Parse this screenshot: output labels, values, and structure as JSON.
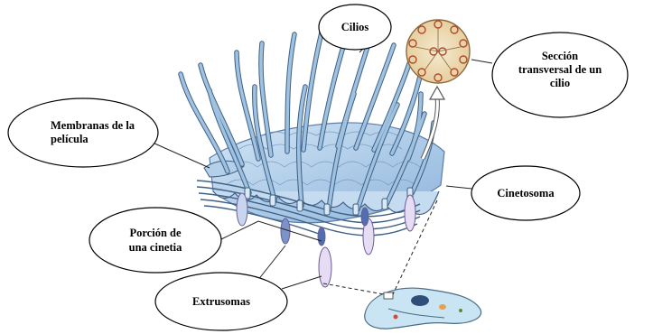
{
  "labels": {
    "cilios": "Cilios",
    "seccion_line1": "Sección",
    "seccion_line2": "transversal de un",
    "seccion_line3": "cilio",
    "membranas_line1": "Membranas de la",
    "membranas_line2": "película",
    "cinetosoma": "Cinetosoma",
    "porcion_line1": "Porción de",
    "porcion_line2": "una cinetia",
    "extrusomas": "Extrusomas"
  },
  "colors": {
    "pellicle": "#bcd6ee",
    "pellicle_edge": "#5d7fa6",
    "cilia": "#9fc2e0",
    "cilia_edge": "#3f5f85",
    "extrusome": "#ddd3ef",
    "extrusome_edge": "#8a7bb0",
    "kinetosome": "#6e8fc4",
    "cross_section_fill": "#f0e1c2",
    "cross_section_edge": "#8a6a3c",
    "paramecium": "#c9e4f2"
  },
  "icons": [
    "curved-arrow-icon"
  ]
}
